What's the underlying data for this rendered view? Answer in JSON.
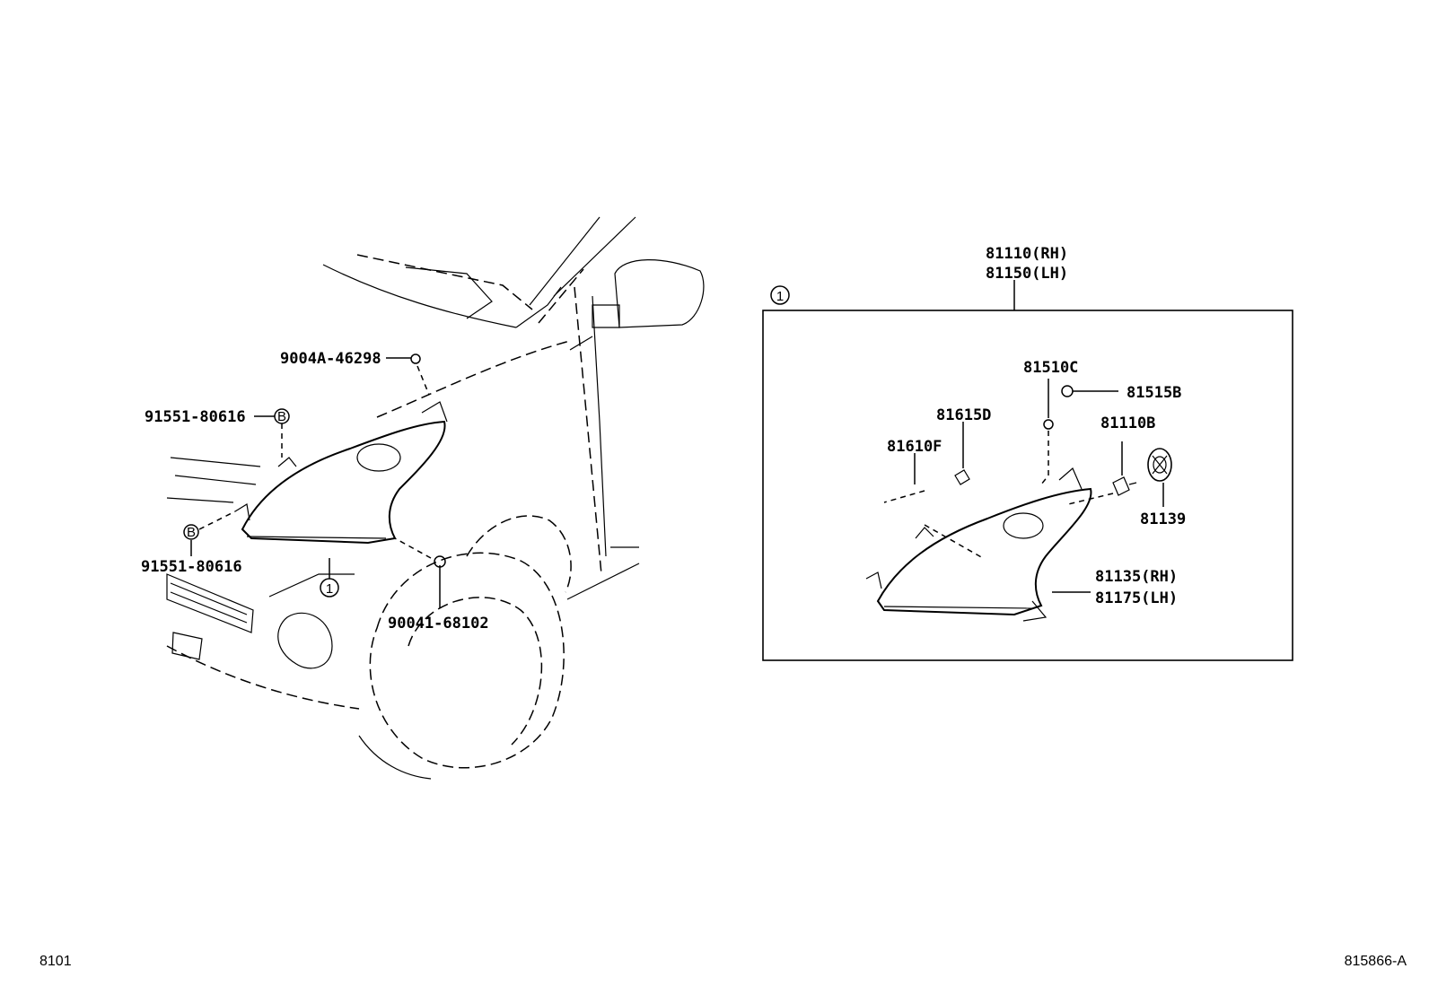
{
  "callouts": {
    "left_9004a": "9004A-46298",
    "left_91551_top": "91551-80616",
    "left_91551_bottom": "91551-80616",
    "left_90041": "90041-68102",
    "left_ref_one": "1",
    "left_badge_b_top": "B",
    "left_badge_b_bottom": "B",
    "box_ref_one": "1",
    "assy_rh": "81110(RH)",
    "assy_lh": "81150(LH)",
    "p81510c": "81510C",
    "p81515b": "81515B",
    "p81615d": "81615D",
    "p81610f": "81610F",
    "p81110b": "81110B",
    "p81139": "81139",
    "housing_rh": "81135(RH)",
    "housing_lh": "81175(LH)"
  },
  "footer": {
    "left_code": "8101",
    "right_code": "815866-A"
  }
}
